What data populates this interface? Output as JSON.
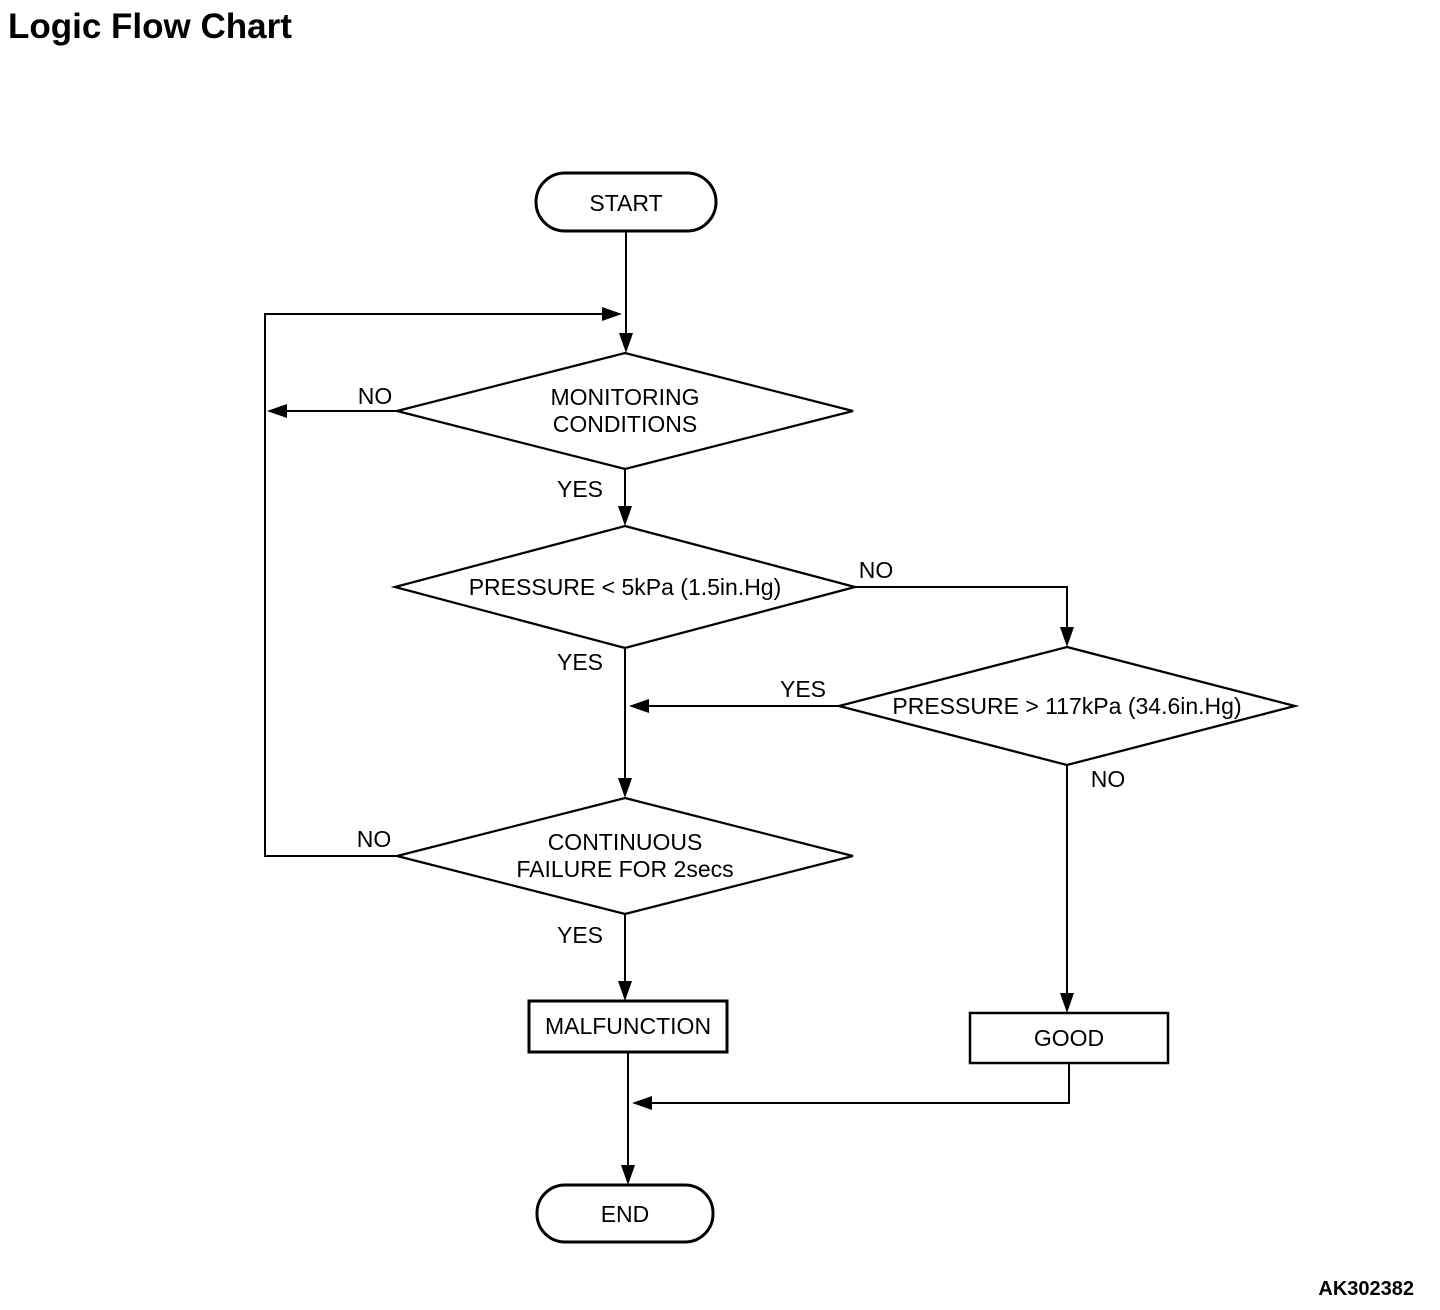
{
  "page": {
    "title": "Logic Flow Chart",
    "figure_code": "AK302382"
  },
  "colors": {
    "ink": "#000000",
    "background": "#ffffff"
  },
  "flowchart": {
    "nodes": {
      "start": {
        "type": "terminator",
        "label": "START"
      },
      "monitoring": {
        "type": "decision",
        "line1": "MONITORING",
        "line2": "CONDITIONS"
      },
      "pressure_low": {
        "type": "decision",
        "label": "PRESSURE < 5kPa (1.5in.Hg)"
      },
      "pressure_high": {
        "type": "decision",
        "label": "PRESSURE > 117kPa (34.6in.Hg)"
      },
      "continuous_failure": {
        "type": "decision",
        "line1": "CONTINUOUS",
        "line2": "FAILURE FOR 2secs"
      },
      "malfunction": {
        "type": "process",
        "label": "MALFUNCTION"
      },
      "good": {
        "type": "process",
        "label": "GOOD"
      },
      "end": {
        "type": "terminator",
        "label": "END"
      }
    },
    "edge_labels": {
      "monitoring_no": "NO",
      "monitoring_yes": "YES",
      "pressure_low_no": "NO",
      "pressure_low_yes": "YES",
      "pressure_high_yes": "YES",
      "pressure_high_no": "NO",
      "continuous_no": "NO",
      "continuous_yes": "YES"
    }
  }
}
